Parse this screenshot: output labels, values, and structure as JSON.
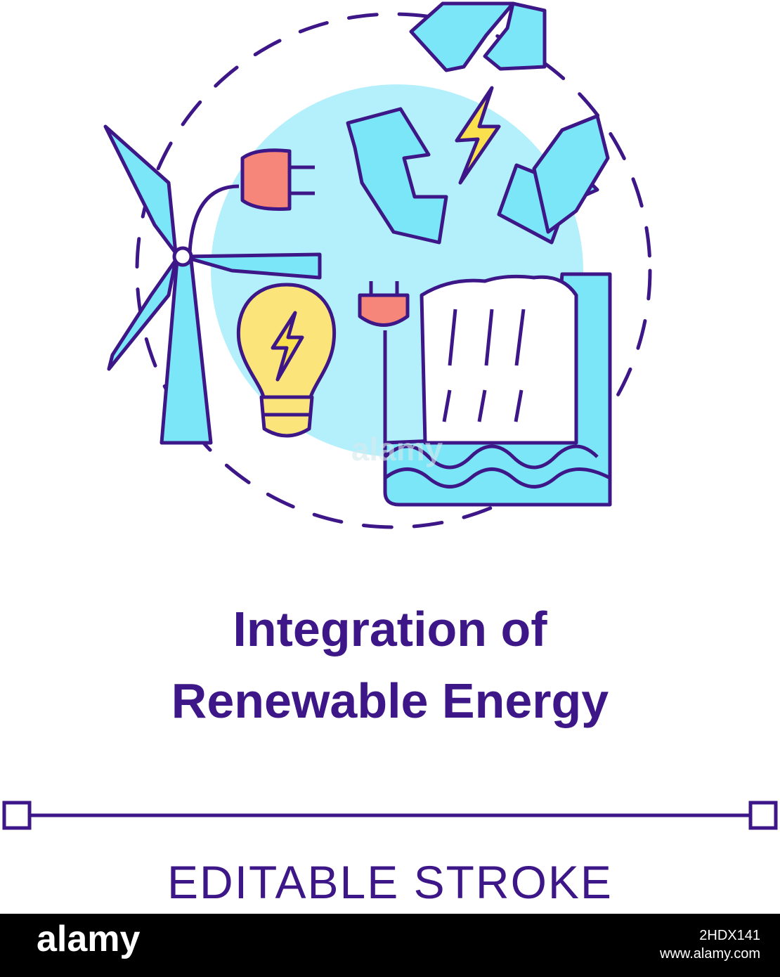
{
  "title": {
    "line1": "Integration of",
    "line2": "Renewable Energy"
  },
  "stroke_label": "EDITABLE STROKE",
  "footer": {
    "logo": "alamy",
    "image_id": "2HDX141",
    "site": "www.alamy.com"
  },
  "watermark": "alamy",
  "colors": {
    "outline": "#3d1787",
    "cyan": "#7ae6f8",
    "circle": "#b4f0fb",
    "plug": "#f7867a",
    "bulb": "#fbe57a",
    "bolt": "#fbe04d"
  },
  "icons": [
    "wind-turbine-icon",
    "plug-icon",
    "recycle-icon",
    "lightning-icon",
    "light-bulb-icon",
    "waterfall-icon"
  ]
}
